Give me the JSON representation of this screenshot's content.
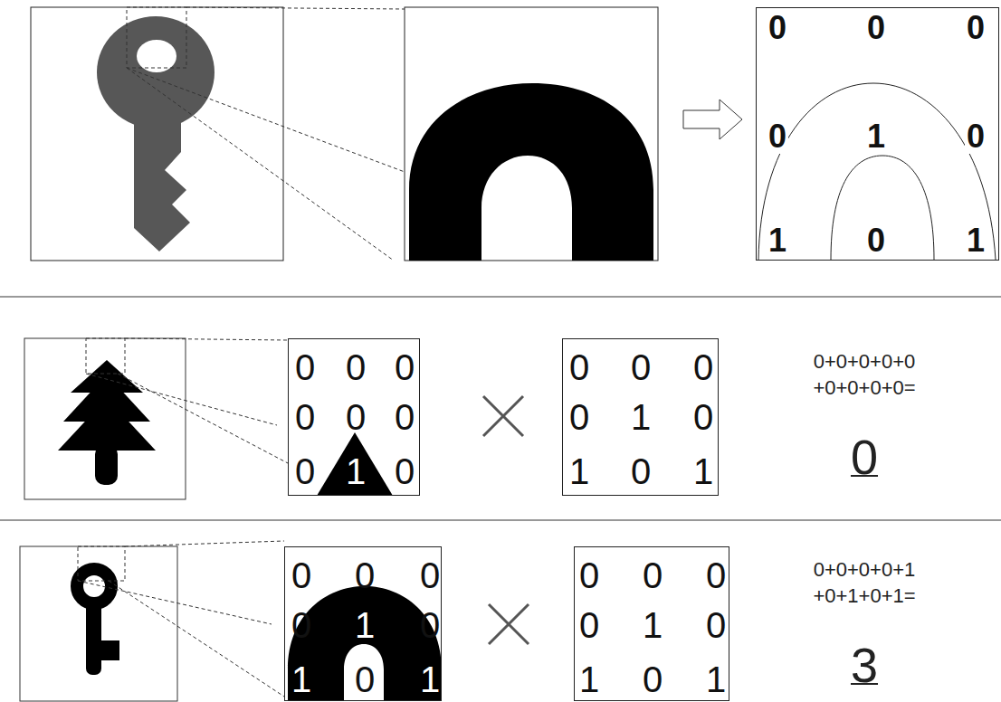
{
  "diagram": {
    "nodes": [
      {
        "text": [
          "0",
          "0",
          "0",
          "0",
          "1",
          "0",
          "1",
          "0",
          "1"
        ]
      },
      {
        "text": [
          "0",
          "0",
          "0",
          "0",
          "0",
          "0",
          "0",
          "1",
          "0"
        ]
      },
      {
        "text": [
          "0",
          "0",
          "0",
          "0",
          "1",
          "0",
          "1",
          "0",
          "1"
        ]
      },
      {
        "text": [
          "0",
          "0",
          "0",
          "0",
          "1",
          "0",
          "1",
          "0",
          "1"
        ]
      },
      {
        "text": [
          "0",
          "0",
          "0",
          "0",
          "1",
          "0",
          "1",
          "0",
          "1"
        ]
      }
    ],
    "labels": [
      "0+0+0+0+0 +0+0+0+0=",
      "0",
      "0+0+0+0+1 +0+1+0+1=",
      "3"
    ]
  }
}
